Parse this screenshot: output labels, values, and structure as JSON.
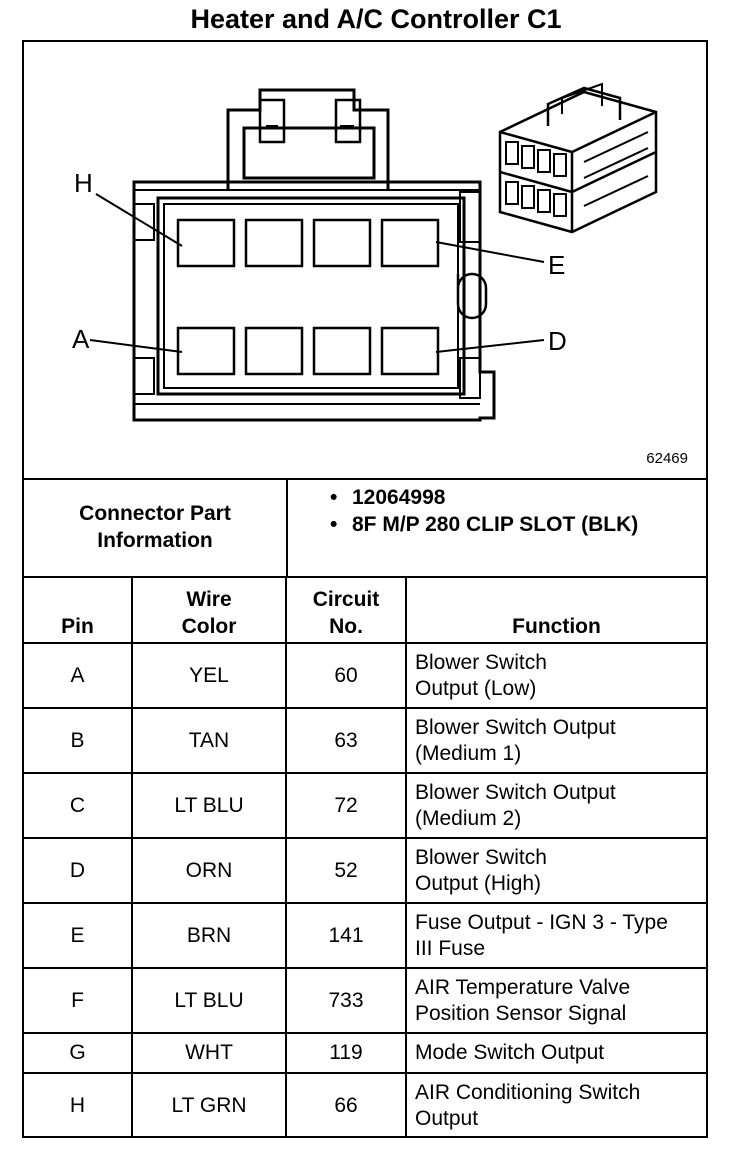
{
  "title": "Heater and A/C Controller C1",
  "figure_id": "62469",
  "pin_labels": {
    "top_left": "H",
    "top_right": "E",
    "bottom_left": "A",
    "bottom_right": "D"
  },
  "connector_info": {
    "label": "Connector Part Information",
    "items": [
      "12064998",
      "8F M/P 280 CLIP SLOT (BLK)"
    ]
  },
  "table": {
    "headers": {
      "pin": "Pin",
      "wire_color": "Wire Color",
      "circuit": "Circuit No.",
      "function": "Function"
    },
    "rows": [
      {
        "pin": "A",
        "wire_color": "YEL",
        "circuit": "60",
        "function": "Blower Switch Output (Low)"
      },
      {
        "pin": "B",
        "wire_color": "TAN",
        "circuit": "63",
        "function": "Blower Switch Output (Medium 1)"
      },
      {
        "pin": "C",
        "wire_color": "LT BLU",
        "circuit": "72",
        "function": "Blower Switch Output (Medium 2)"
      },
      {
        "pin": "D",
        "wire_color": "ORN",
        "circuit": "52",
        "function": "Blower Switch Output (High)"
      },
      {
        "pin": "E",
        "wire_color": "BRN",
        "circuit": "141",
        "function": "Fuse Output - IGN 3 - Type III Fuse"
      },
      {
        "pin": "F",
        "wire_color": "LT BLU",
        "circuit": "733",
        "function": "AIR Temperature Valve Position Sensor Signal"
      },
      {
        "pin": "G",
        "wire_color": "WHT",
        "circuit": "119",
        "function": "Mode Switch Output"
      },
      {
        "pin": "H",
        "wire_color": "LT GRN",
        "circuit": "66",
        "function": "AIR Conditioning Switch Output"
      }
    ]
  }
}
